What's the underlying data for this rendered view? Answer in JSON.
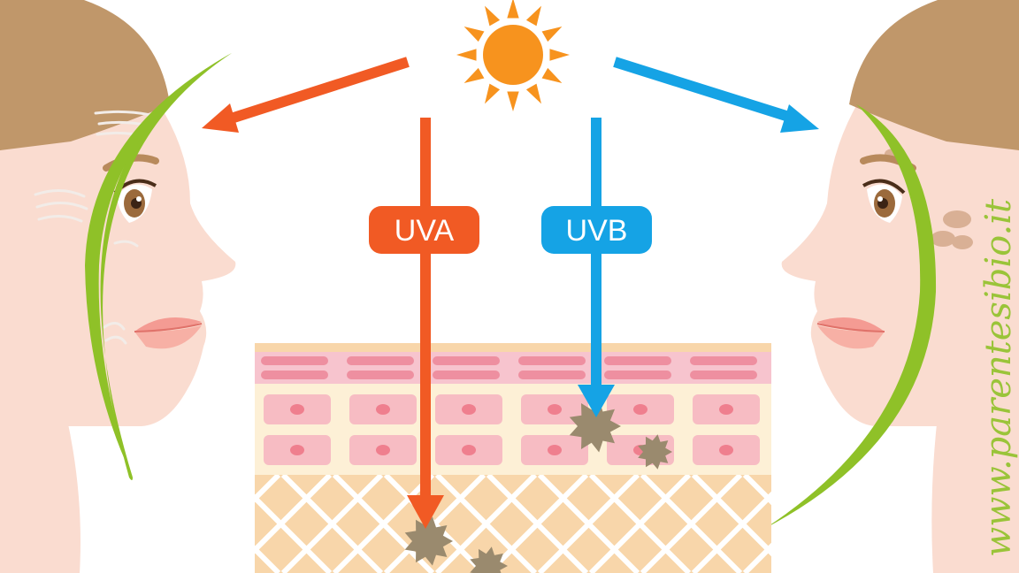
{
  "labels": {
    "uva": "UVA",
    "uvb": "UVB"
  },
  "watermark": "www.parentesibio.it",
  "colors": {
    "uva": "#f15a24",
    "uvb": "#15a3e5",
    "sun": "#f7931e",
    "skin": "#fadcd0",
    "hair": "#c0976a",
    "shield": "#8fc128",
    "dermis": "#f8d6aa",
    "epidermis": "#fdf0d6",
    "melanin": "#9a8a6e"
  },
  "icons": {
    "sun": "sun-icon",
    "left_face": "aged-face-icon",
    "right_face": "spotted-face-icon"
  }
}
